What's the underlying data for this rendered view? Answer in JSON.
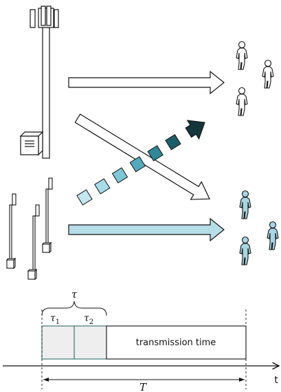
{
  "timing": {
    "tau": "τ",
    "tau1_base": "τ",
    "tau1_sub": "1",
    "tau2_base": "τ",
    "tau2_sub": "2",
    "transmission_label": "transmission time",
    "period_label": "T",
    "axis_label": "t"
  },
  "colors": {
    "stroke": "#111111",
    "light_user": "#a8d5e2",
    "light_arrow": "#b6dde8",
    "slot_fill": "#eeeeee",
    "slot_border": "#2f6f6a",
    "gradient": [
      "#c3e6ef",
      "#a6dbe7",
      "#7ec7d6",
      "#55a9bd",
      "#2f8797",
      "#1e5e68",
      "#14353b"
    ]
  }
}
